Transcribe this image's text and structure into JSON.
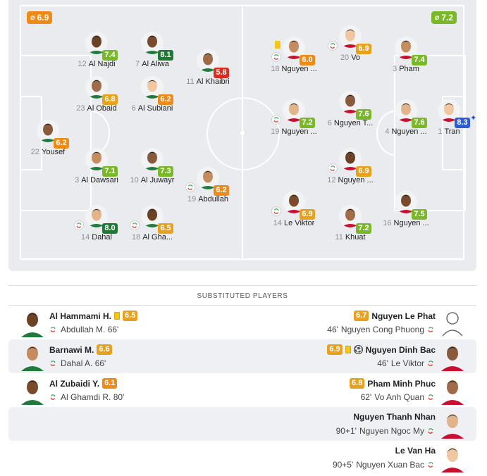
{
  "teams": {
    "home": {
      "avg_rating": "6.9",
      "rating_color": "#ef8a17"
    },
    "away": {
      "avg_rating": "7.2",
      "rating_color": "#79b928"
    }
  },
  "home_players": [
    {
      "num": "22",
      "name": "Yousef",
      "rating": "6.2",
      "cls": "r-orange"
    },
    {
      "num": "12",
      "name": "Al Najdi",
      "rating": "7.4",
      "cls": "r-lgreen"
    },
    {
      "num": "23",
      "name": "Al Obaid",
      "rating": "6.8",
      "cls": "r-yellow"
    },
    {
      "num": "3",
      "name": "Al Dawsari",
      "rating": "7.1",
      "cls": "r-lgreen"
    },
    {
      "num": "14",
      "name": "Dahal",
      "rating": "8.0",
      "cls": "r-dkgreen"
    },
    {
      "num": "7",
      "name": "Al Aliwa",
      "rating": "8.1",
      "cls": "r-dkgreen"
    },
    {
      "num": "6",
      "name": "Al Subiani",
      "rating": "6.2",
      "cls": "r-orange"
    },
    {
      "num": "10",
      "name": "Al Juwayr",
      "rating": "7.3",
      "cls": "r-lgreen"
    },
    {
      "num": "18",
      "name": "Al Gha...",
      "rating": "6.5",
      "cls": "r-yellow"
    },
    {
      "num": "11",
      "name": "Al Khaibri",
      "rating": "5.8",
      "cls": "r-red"
    },
    {
      "num": "19",
      "name": "Abdullah",
      "rating": "6.2",
      "cls": "r-orange"
    }
  ],
  "away_players": [
    {
      "num": "18",
      "name": "Nguyen ...",
      "rating": "6.0",
      "cls": "r-orange"
    },
    {
      "num": "19",
      "name": "Nguyen ...",
      "rating": "7.2",
      "cls": "r-lgreen"
    },
    {
      "num": "14",
      "name": "Le Viktor",
      "rating": "6.9",
      "cls": "r-yellow"
    },
    {
      "num": "20",
      "name": "Vo",
      "rating": "6.9",
      "cls": "r-yellow"
    },
    {
      "num": "6",
      "name": "Nguyen T...",
      "rating": "7.6",
      "cls": "r-lgreen"
    },
    {
      "num": "12",
      "name": "Nguyen ...",
      "rating": "6.9",
      "cls": "r-yellow"
    },
    {
      "num": "11",
      "name": "Khuat",
      "rating": "7.2",
      "cls": "r-lgreen"
    },
    {
      "num": "3",
      "name": "Pham",
      "rating": "7.4",
      "cls": "r-lgreen"
    },
    {
      "num": "4",
      "name": "Nguyen ...",
      "rating": "7.6",
      "cls": "r-lgreen"
    },
    {
      "num": "16",
      "name": "Nguyen ...",
      "rating": "7.5",
      "cls": "r-lgreen"
    },
    {
      "num": "1",
      "name": "Tran",
      "rating": "8.3",
      "cls": "r-blue"
    }
  ],
  "subs": {
    "header": "SUBSTITUTED PLAYERS",
    "rows": [
      {
        "home": {
          "in": "Al Hammami H.",
          "rating": "6.5",
          "cls": "r-yellow",
          "card": true,
          "out": "Abdullah M. 66'"
        },
        "away": {
          "in": "Nguyen Le Phat",
          "rating": "6.7",
          "cls": "r-yellow",
          "card": false,
          "goal": false,
          "minute": "46'",
          "out": "Nguyen Cong Phuong"
        }
      },
      {
        "home": {
          "in": "Barnawi M.",
          "rating": "6.6",
          "cls": "r-yellow",
          "card": false,
          "out": "Dahal A. 66'"
        },
        "away": {
          "in": "Nguyen Dinh Bac",
          "rating": "6.9",
          "cls": "r-yellow",
          "card": true,
          "goal": true,
          "minute": "46'",
          "out": "Le Viktor"
        }
      },
      {
        "home": {
          "in": "Al Zubaidi Y.",
          "rating": "6.1",
          "cls": "r-orange",
          "card": false,
          "out": "Al Ghamdi R. 80'"
        },
        "away": {
          "in": "Pham Minh Phuc",
          "rating": "6.8",
          "cls": "r-yellow",
          "card": false,
          "goal": false,
          "minute": "62'",
          "out": "Vo Anh Quan"
        }
      },
      {
        "home": null,
        "away": {
          "in": "Nguyen Thanh Nhan",
          "rating": "",
          "cls": "",
          "card": false,
          "goal": false,
          "minute": "90+1'",
          "out": "Nguyen Ngoc My"
        }
      },
      {
        "home": null,
        "away": {
          "in": "Le Van Ha",
          "rating": "",
          "cls": "",
          "card": false,
          "goal": false,
          "minute": "90+5'",
          "out": "Nguyen Xuan Bac"
        }
      }
    ]
  }
}
